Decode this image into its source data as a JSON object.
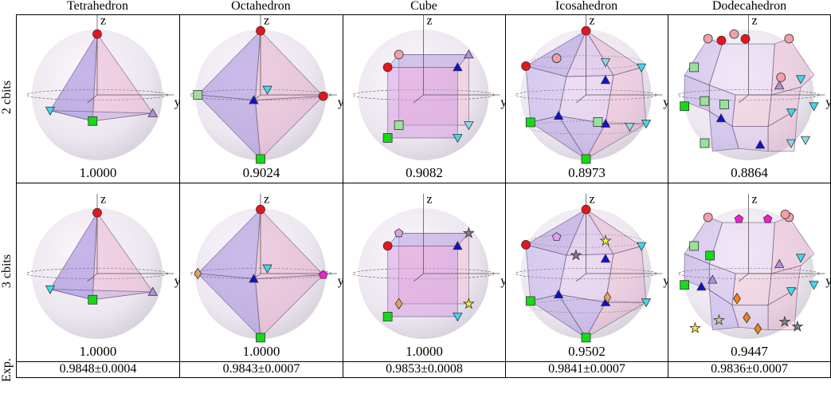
{
  "columns": [
    "Tetrahedron",
    "Octahedron",
    "Cube",
    "Icosahedron",
    "Dodecahedron"
  ],
  "rows": [
    {
      "label": "2 cbits",
      "values": [
        "1.0000",
        "0.9024",
        "0.9082",
        "0.8973",
        "0.8864"
      ]
    },
    {
      "label": "3 cbits",
      "values": [
        "1.0000",
        "1.0000",
        "1.0000",
        "0.9502",
        "0.9447"
      ]
    }
  ],
  "exp": {
    "label": "Exp.",
    "values": [
      "0.9848±0.0004",
      "0.9843±0.0007",
      "0.9853±0.0008",
      "0.9841±0.0007",
      "0.9836±0.0007"
    ]
  },
  "axis_labels": {
    "z": "z",
    "y": "y"
  },
  "colors": {
    "red": "#e8141c",
    "pink": "#f0a0a8",
    "cyan": "#40d8f0",
    "green": "#18d818",
    "blue": "#1010d0",
    "magenta": "#f020d0",
    "orange": "#f08020",
    "yellow": "#f8f030",
    "gray": "#808080"
  }
}
